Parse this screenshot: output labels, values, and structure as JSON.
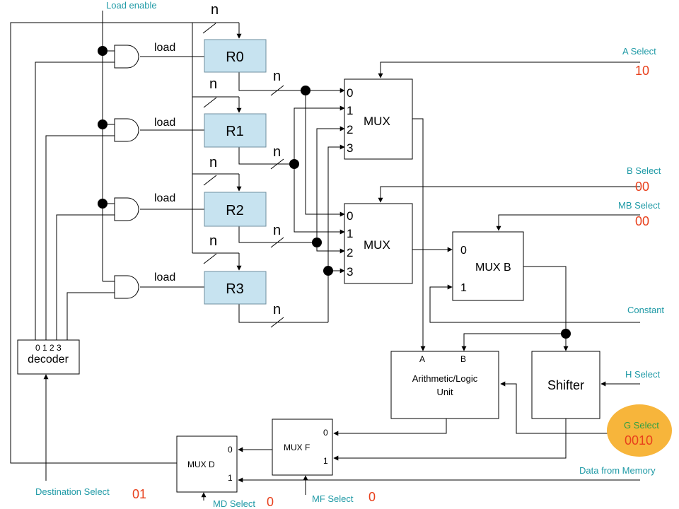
{
  "signals": {
    "load_enable": "Load enable",
    "a_select": "A Select",
    "a_select_value": "10",
    "b_select": "B Select",
    "b_select_value": "00",
    "mb_select": "MB Select",
    "mb_select_value": "00",
    "constant": "Constant",
    "h_select": "H Select",
    "g_select": "G Select",
    "g_select_value": "0010",
    "data_from_memory": "Data from Memory",
    "destination_select": "Destination Select",
    "destination_select_value": "01",
    "md_select": "MD Select",
    "md_select_value": "0",
    "mf_select": "MF Select",
    "mf_select_value": "0"
  },
  "registers": [
    "R0",
    "R1",
    "R2",
    "R3"
  ],
  "load_label": "load",
  "bus_width": "n",
  "mux_a": {
    "label": "MUX",
    "inputs": [
      "0",
      "1",
      "2",
      "3"
    ]
  },
  "mux_b": {
    "label": "MUX",
    "inputs": [
      "0",
      "1",
      "2",
      "3"
    ]
  },
  "mux_mb": {
    "label": "MUX B",
    "inputs": [
      "0",
      "1"
    ]
  },
  "alu": {
    "label_line1": "Arithmetic/Logic",
    "label_line2": "Unit",
    "input_a": "A",
    "input_b": "B"
  },
  "shifter": {
    "label": "Shifter"
  },
  "mux_f": {
    "label": "MUX F",
    "inputs": [
      "0",
      "1"
    ]
  },
  "mux_d": {
    "label": "MUX D",
    "inputs": [
      "0",
      "1"
    ]
  },
  "decoder": {
    "label": "decoder",
    "outputs": "0 1 2 3"
  },
  "colors": {
    "register_fill": "#c7e3f0",
    "signal_label": "#1f9aa6",
    "signal_value": "#e8401c",
    "g_select_highlight": "#f7b53b"
  }
}
